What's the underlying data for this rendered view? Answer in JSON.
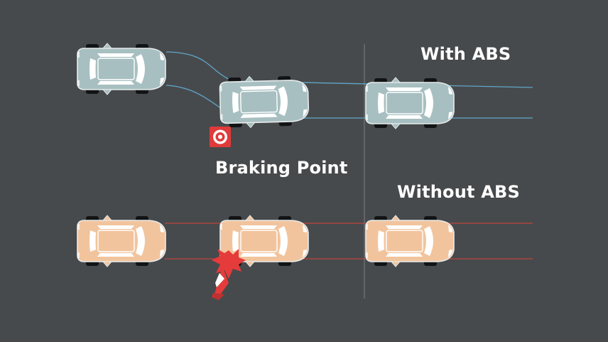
{
  "labels": {
    "with_abs": "With ABS",
    "without_abs": "Without ABS",
    "braking_point": "Braking Point"
  },
  "colors": {
    "background": "#474a4c",
    "divider": "#6b6e70",
    "abs_car_body": "#a7bfc1",
    "abs_track": "#5fa6c9",
    "no_abs_car_body": "#f2c49d",
    "no_abs_track": "#c0453f",
    "braking_marker": "#e03a3a",
    "text": "#ffffff"
  },
  "icons": {
    "braking_marker": "target-icon",
    "impact": "impact-burst-icon",
    "obstacle": "traffic-cone-icon"
  }
}
